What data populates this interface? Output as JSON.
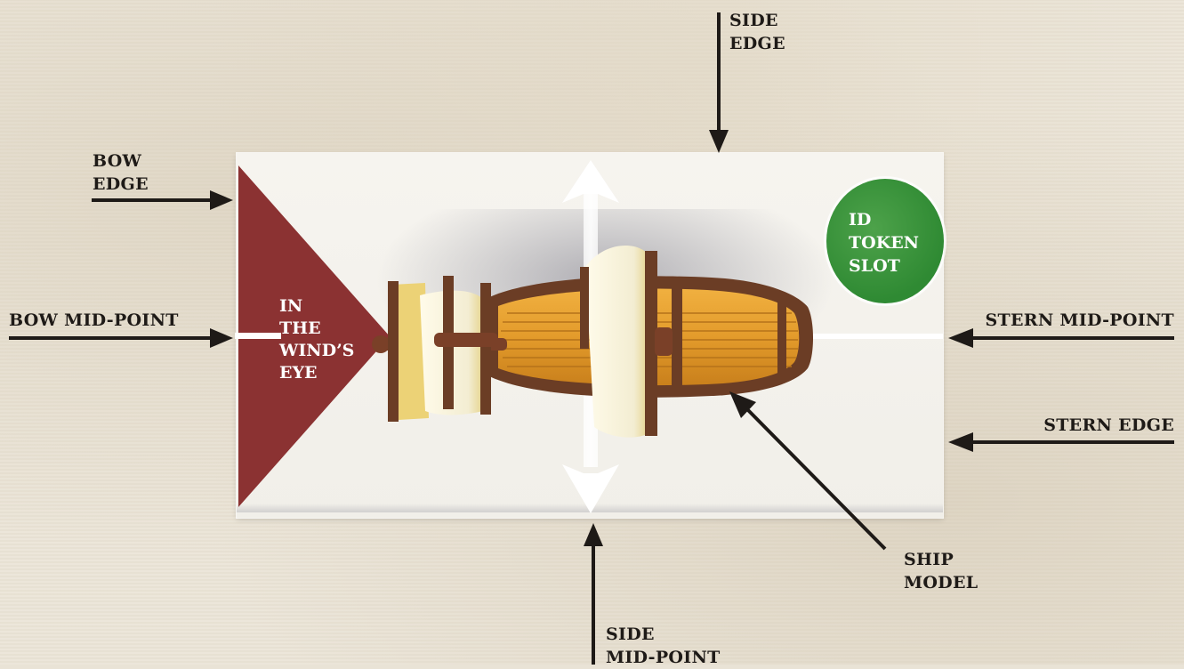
{
  "labels": {
    "side_edge": "SIDE\nEDGE",
    "bow_edge": "BOW\nEDGE",
    "bow_mid_point": "BOW MID-POINT",
    "stern_mid_point": "STERN MID-POINT",
    "stern_edge": "STERN EDGE",
    "ship_model": "SHIP\nMODEL",
    "side_mid_point": "SIDE\nMID-POINT",
    "in_the_winds_eye": "IN\nTHE\nWIND’S\nEYE",
    "id_token_slot": "ID\nTOKEN\nSLOT"
  },
  "colors": {
    "wind_zone": "#8b3232",
    "id_token": "#3a9340",
    "arrow": "#1e1a17",
    "card": "#f3f1ec"
  }
}
